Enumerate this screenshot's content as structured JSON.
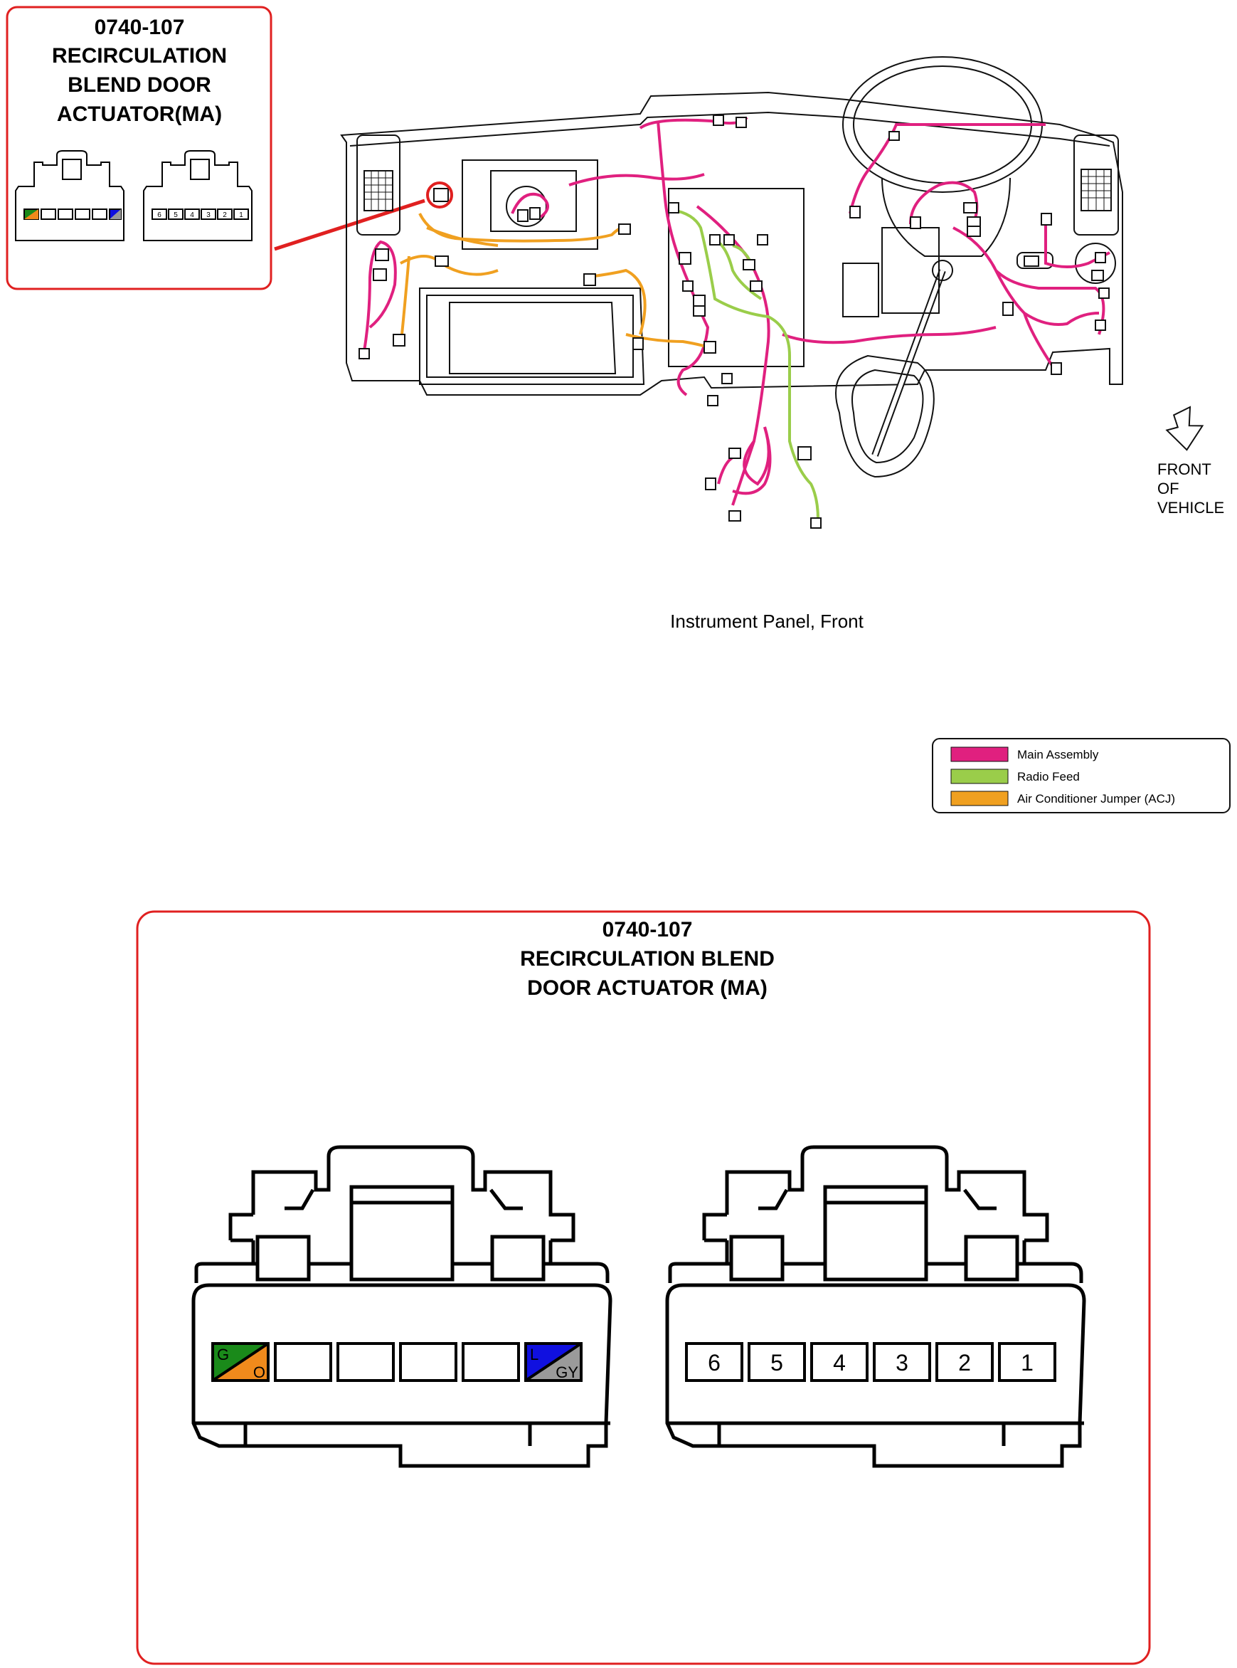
{
  "inset": {
    "code": "0740-107",
    "title_line1": "RECIRCULATION",
    "title_line2": "BLEND DOOR",
    "title_line3": "ACTUATOR(MA)",
    "pins_small": [
      "6",
      "5",
      "4",
      "3",
      "2",
      "1"
    ]
  },
  "front_label": {
    "line1": "FRONT",
    "line2": "OF",
    "line3": "VEHICLE"
  },
  "caption": "Instrument Panel, Front",
  "legend": [
    {
      "label": "Main Assembly",
      "color": "#e0207f"
    },
    {
      "label": "Radio Feed",
      "color": "#9acd4a"
    },
    {
      "label": "Air Conditioner Jumper   (ACJ)",
      "color": "#f0a020"
    }
  ],
  "detail": {
    "code": "0740-107",
    "title_line1": "RECIRCULATION BLEND",
    "title_line2": "DOOR ACTUATOR (MA)",
    "wire_left": {
      "top": "G",
      "bottom": "O",
      "top_color": "#1a8a1a",
      "bottom_color": "#f08a1c"
    },
    "wire_right": {
      "top": "L",
      "bottom": "GY",
      "top_color": "#1010e0",
      "bottom_color": "#9a9a9a"
    },
    "pins": [
      "6",
      "5",
      "4",
      "3",
      "2",
      "1"
    ]
  },
  "colors": {
    "frame": "#e02020",
    "main": "#e0207f",
    "radio": "#9acd4a",
    "acj": "#f0a020"
  }
}
